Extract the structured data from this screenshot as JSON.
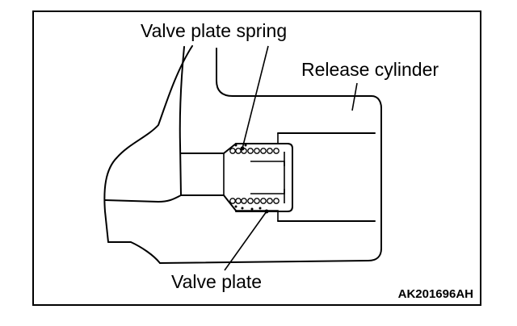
{
  "labels": {
    "valve_plate_spring": "Valve plate spring",
    "release_cylinder": "Release cylinder",
    "valve_plate": "Valve plate"
  },
  "figure_code": "AK201696AH"
}
